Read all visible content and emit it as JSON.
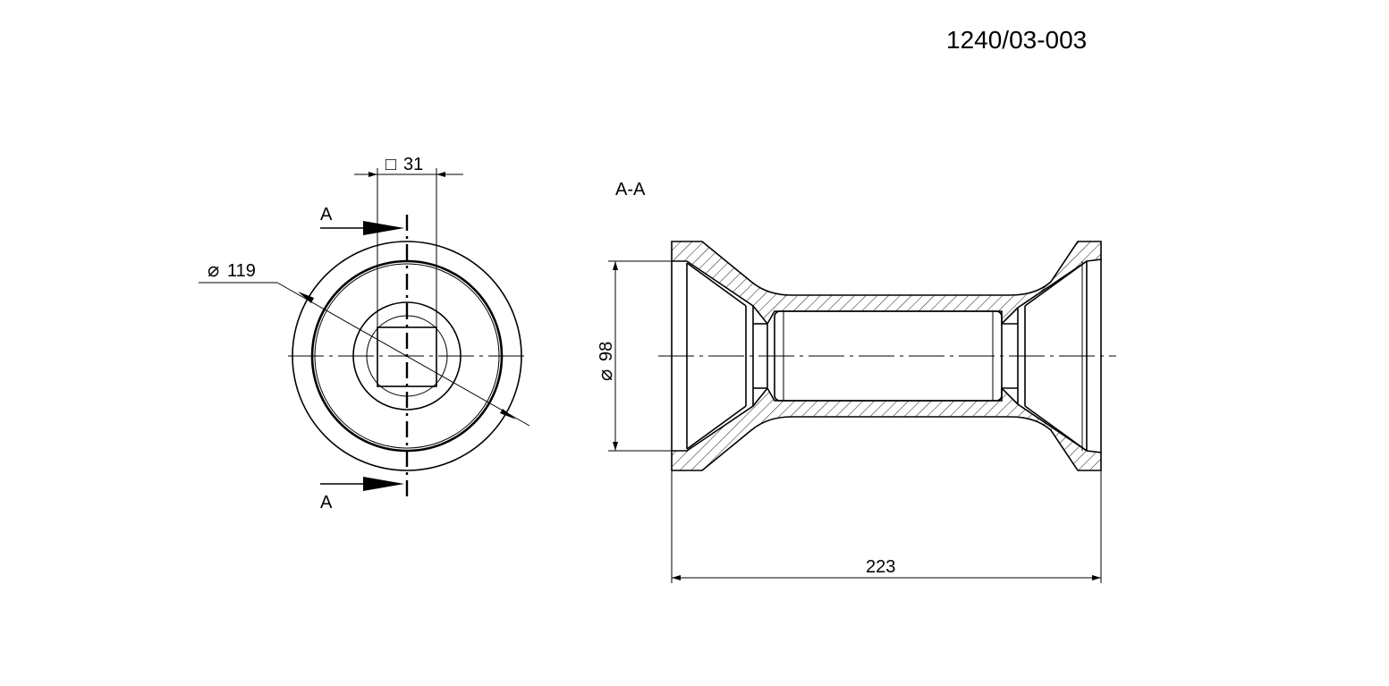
{
  "drawing": {
    "number": "1240/03-003",
    "section_title": "A-A",
    "section_marker_top": "A",
    "section_marker_bottom": "A",
    "dimensions": {
      "square": "31",
      "outer_diameter": "119",
      "bore_diameter": "98",
      "length": "223"
    },
    "symbols": {
      "square": "□",
      "diameter": "⌀"
    }
  }
}
